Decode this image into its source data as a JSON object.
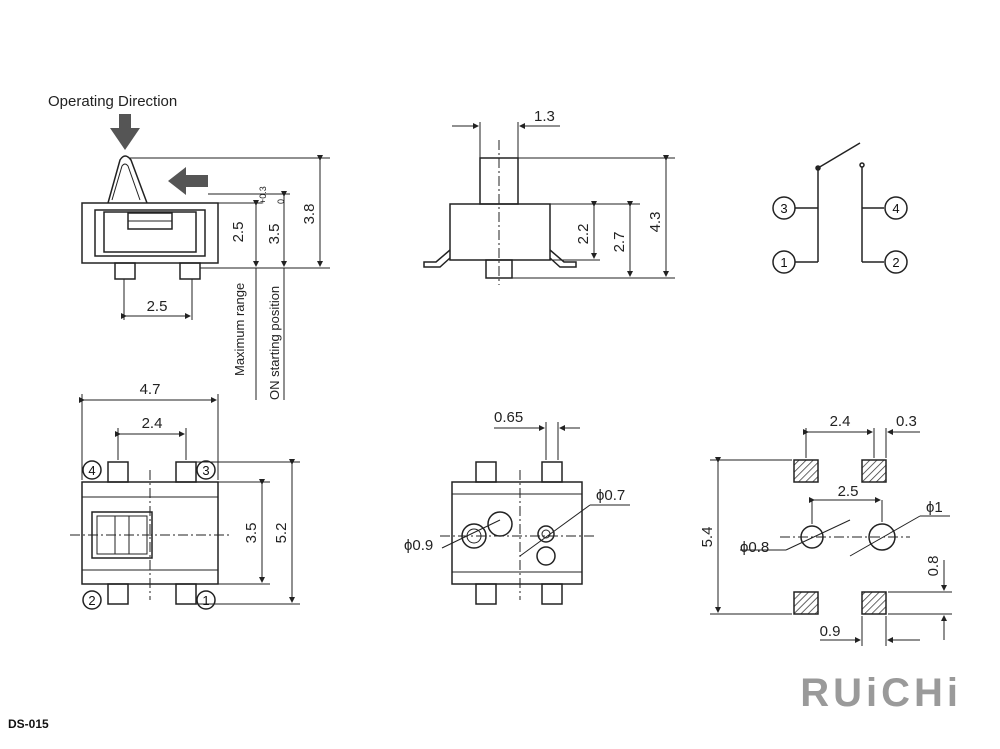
{
  "title": "Operating Direction",
  "side_view": {
    "dim_height_total": "3.8",
    "dim_on_start": "3.5",
    "dim_on_start_tol_upper": "+0.3",
    "dim_on_start_tol_lower": "0",
    "dim_max_range": "2.5",
    "dim_pin_pitch": "2.5",
    "label_max_range": "Maximum range",
    "label_on_start": "ON starting position"
  },
  "front_view": {
    "dim_actuator_width": "1.3",
    "dim_body_height": "2.2",
    "dim_height_27": "2.7",
    "dim_total_height": "4.3"
  },
  "schematic": {
    "pins": [
      "3",
      "1",
      "4",
      "2"
    ]
  },
  "top_view": {
    "dim_width": "4.7",
    "dim_pin_pitch": "2.4",
    "dim_body": "3.5",
    "dim_total": "5.2",
    "pins": [
      "4",
      "3",
      "2",
      "1"
    ]
  },
  "bottom_view": {
    "dim_hole_offset": "0.65",
    "dim_hole_small": "ϕ0.7",
    "dim_hole_large": "ϕ0.9"
  },
  "pcb_layout": {
    "dim_pitch_x": "2.4",
    "dim_pad_gap": "0.3",
    "dim_hole_pitch": "2.5",
    "dim_hole_large": "ϕ1",
    "dim_hole_small": "ϕ0.8",
    "dim_total_y": "5.4",
    "dim_pad_h": "0.8",
    "dim_pad_w": "0.9"
  },
  "footer": {
    "part_code": "DS-015",
    "brand": "RUiCHi"
  }
}
